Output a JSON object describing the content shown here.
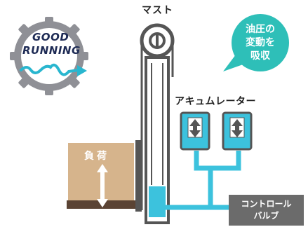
{
  "logo": {
    "line1": "GOOD",
    "line2": "RUNNING"
  },
  "labels": {
    "mast": "マスト",
    "accumulator": "アキュムレーター",
    "load": "負荷",
    "valve_line1": "コントロール",
    "valve_line2": "バルブ"
  },
  "bubble": {
    "line1": "油圧の",
    "line2": "変動を",
    "line3": "吸収"
  },
  "colors": {
    "accent_teal": "#2ebfb8",
    "hydraulic_blue": "#3cc2dd",
    "mast_gray": "#555555",
    "load_tan": "#d6b48c",
    "logo_navy": "#1e2b55",
    "valve_gray": "#6b6b6b"
  }
}
